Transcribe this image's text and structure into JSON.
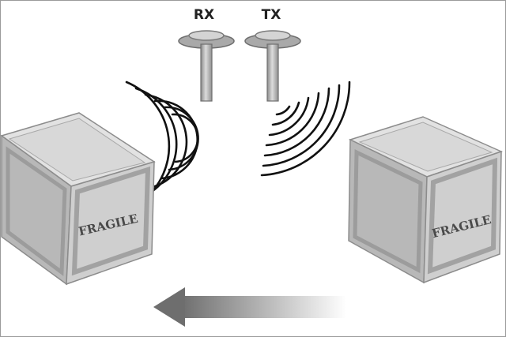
{
  "antennas": {
    "rx_label": "RX",
    "tx_label": "TX"
  },
  "crates": {
    "left_label": "FRAGILE",
    "right_label": "FRAGILE"
  },
  "colors": {
    "crate_face": "#cfcfcf",
    "crate_top": "#e2e2e2",
    "crate_side": "#b8b8b8",
    "crate_frame": "#9c9c9c",
    "antenna": "#b5b5b5",
    "wave": "#111111",
    "arrow": "#777777"
  },
  "icons": {
    "rx": "antenna-icon",
    "tx": "antenna-icon",
    "signal": "radio-wave-icon",
    "motion": "left-arrow-icon"
  }
}
